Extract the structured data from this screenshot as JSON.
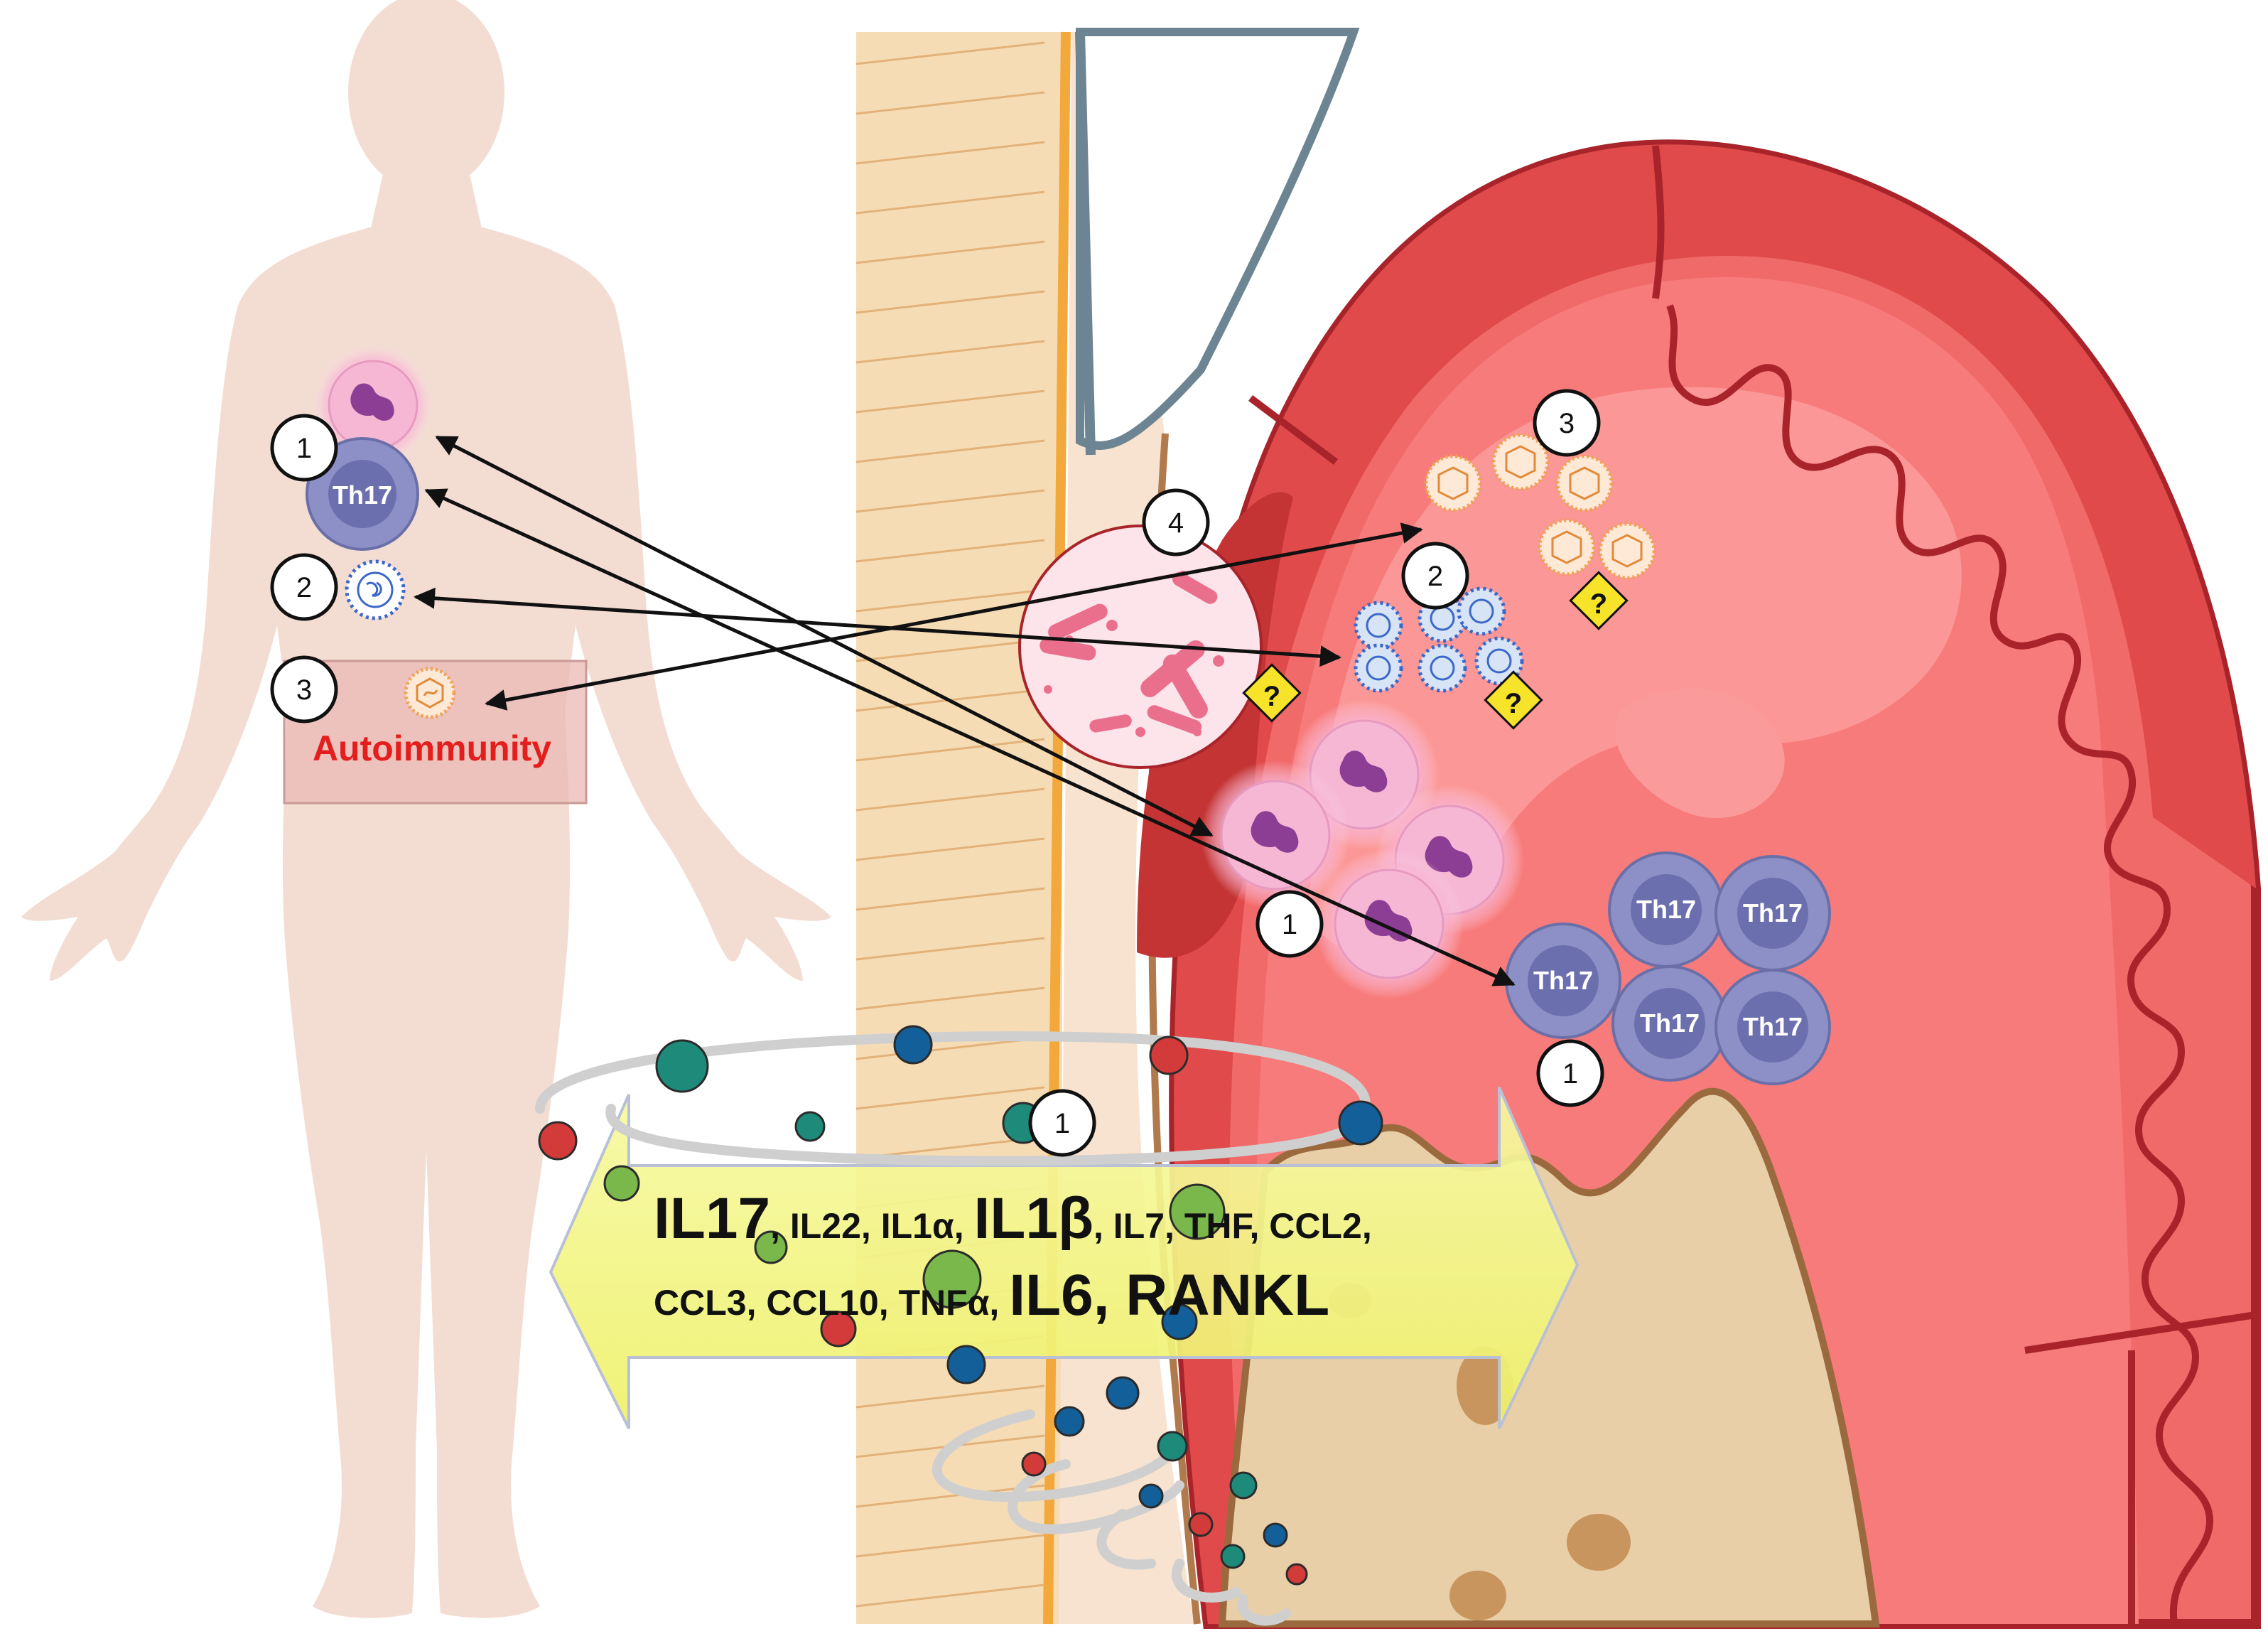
{
  "markers": {
    "num_1": "1",
    "num_2": "2",
    "num_3": "3",
    "num_4": "4"
  },
  "cells": {
    "th17": "Th17"
  },
  "labels": {
    "autoimmunity": "Autoimmunity",
    "question": "?"
  },
  "cytokines": {
    "line1": [
      {
        "text": "IL17",
        "big": true
      },
      {
        "text": ", IL22, IL1α, ",
        "big": false
      },
      {
        "text": "IL1β",
        "big": true
      },
      {
        "text": ", IL7, THF, CCL2,",
        "big": false
      }
    ],
    "line2": [
      {
        "text": "CCL3, CCL10, TNFα, ",
        "big": false
      },
      {
        "text": "IL6, RANKL",
        "big": true
      }
    ]
  },
  "colors": {
    "body_silhouette": "#f3ddd3",
    "gum_dark": "#e04a4a",
    "gum_light": "#f87b7b",
    "gum_outline": "#a8242a",
    "tooth": "#f6dcb4",
    "bone": "#e8cfa8",
    "arrow": "#f2f58a",
    "autoimmunity_text": "#e41d1d",
    "th17_cell": "#8c90c6",
    "th17_nucleus": "#6c6fae",
    "neutrophil": "#f6b6d6",
    "bacteria": "#ea6f8c",
    "virus": "#3c68c8",
    "autoantigen": "#f0a050",
    "question_badge": "#f6e32a"
  }
}
